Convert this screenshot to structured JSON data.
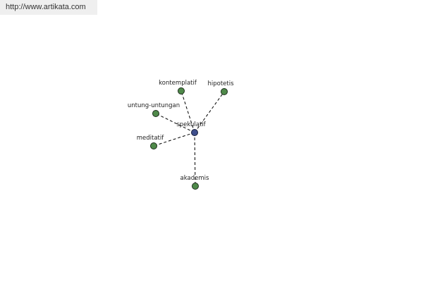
{
  "source_url": "http://www.artikata.com",
  "colors": {
    "center_fill": "#3e4e8c",
    "leaf_fill": "#4f8a4a",
    "node_stroke": "#1e2e1e"
  },
  "center": {
    "label": "spekulatif"
  },
  "leaves": [
    {
      "label": "kontemplatif"
    },
    {
      "label": "hipotetis"
    },
    {
      "label": "untung-untungan"
    },
    {
      "label": "meditatif"
    },
    {
      "label": "akademis"
    }
  ]
}
